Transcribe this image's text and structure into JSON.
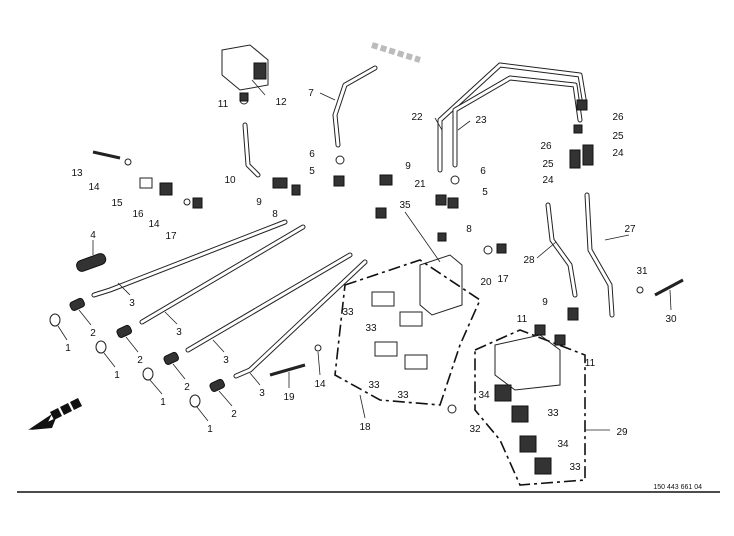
{
  "drawing_number": "150 443 661 04",
  "callouts": [
    "1",
    "1",
    "1",
    "1",
    "2",
    "2",
    "2",
    "2",
    "3",
    "3",
    "3",
    "3",
    "4",
    "5",
    "5",
    "6",
    "6",
    "7",
    "8",
    "8",
    "9",
    "9",
    "9",
    "10",
    "11",
    "11",
    "11",
    "12",
    "13",
    "14",
    "14",
    "14",
    "15",
    "16",
    "17",
    "17",
    "18",
    "19",
    "20",
    "21",
    "22",
    "23",
    "24",
    "24",
    "25",
    "25",
    "26",
    "26",
    "27",
    "28",
    "29",
    "30",
    "31",
    "32",
    "33",
    "33",
    "33",
    "33",
    "33",
    "33",
    "34",
    "34",
    "35"
  ],
  "colors": {
    "line": "#222222",
    "background": "#ffffff"
  }
}
